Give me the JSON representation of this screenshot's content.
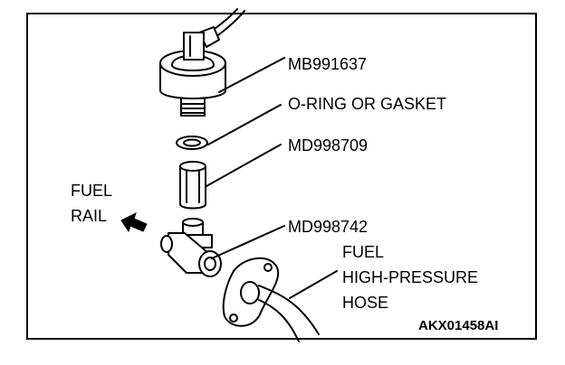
{
  "labels": {
    "mb991637": "MB991637",
    "oring": "O-RING OR GASKET",
    "md998709": "MD998709",
    "md998742": "MD998742",
    "fuel_rail_1": "FUEL",
    "fuel_rail_2": "RAIL",
    "hose_1": "FUEL",
    "hose_2": "HIGH-PRESSURE",
    "hose_3": "HOSE"
  },
  "figure_code": "AKX01458AI",
  "colors": {
    "line": "#000000",
    "background": "#ffffff"
  }
}
